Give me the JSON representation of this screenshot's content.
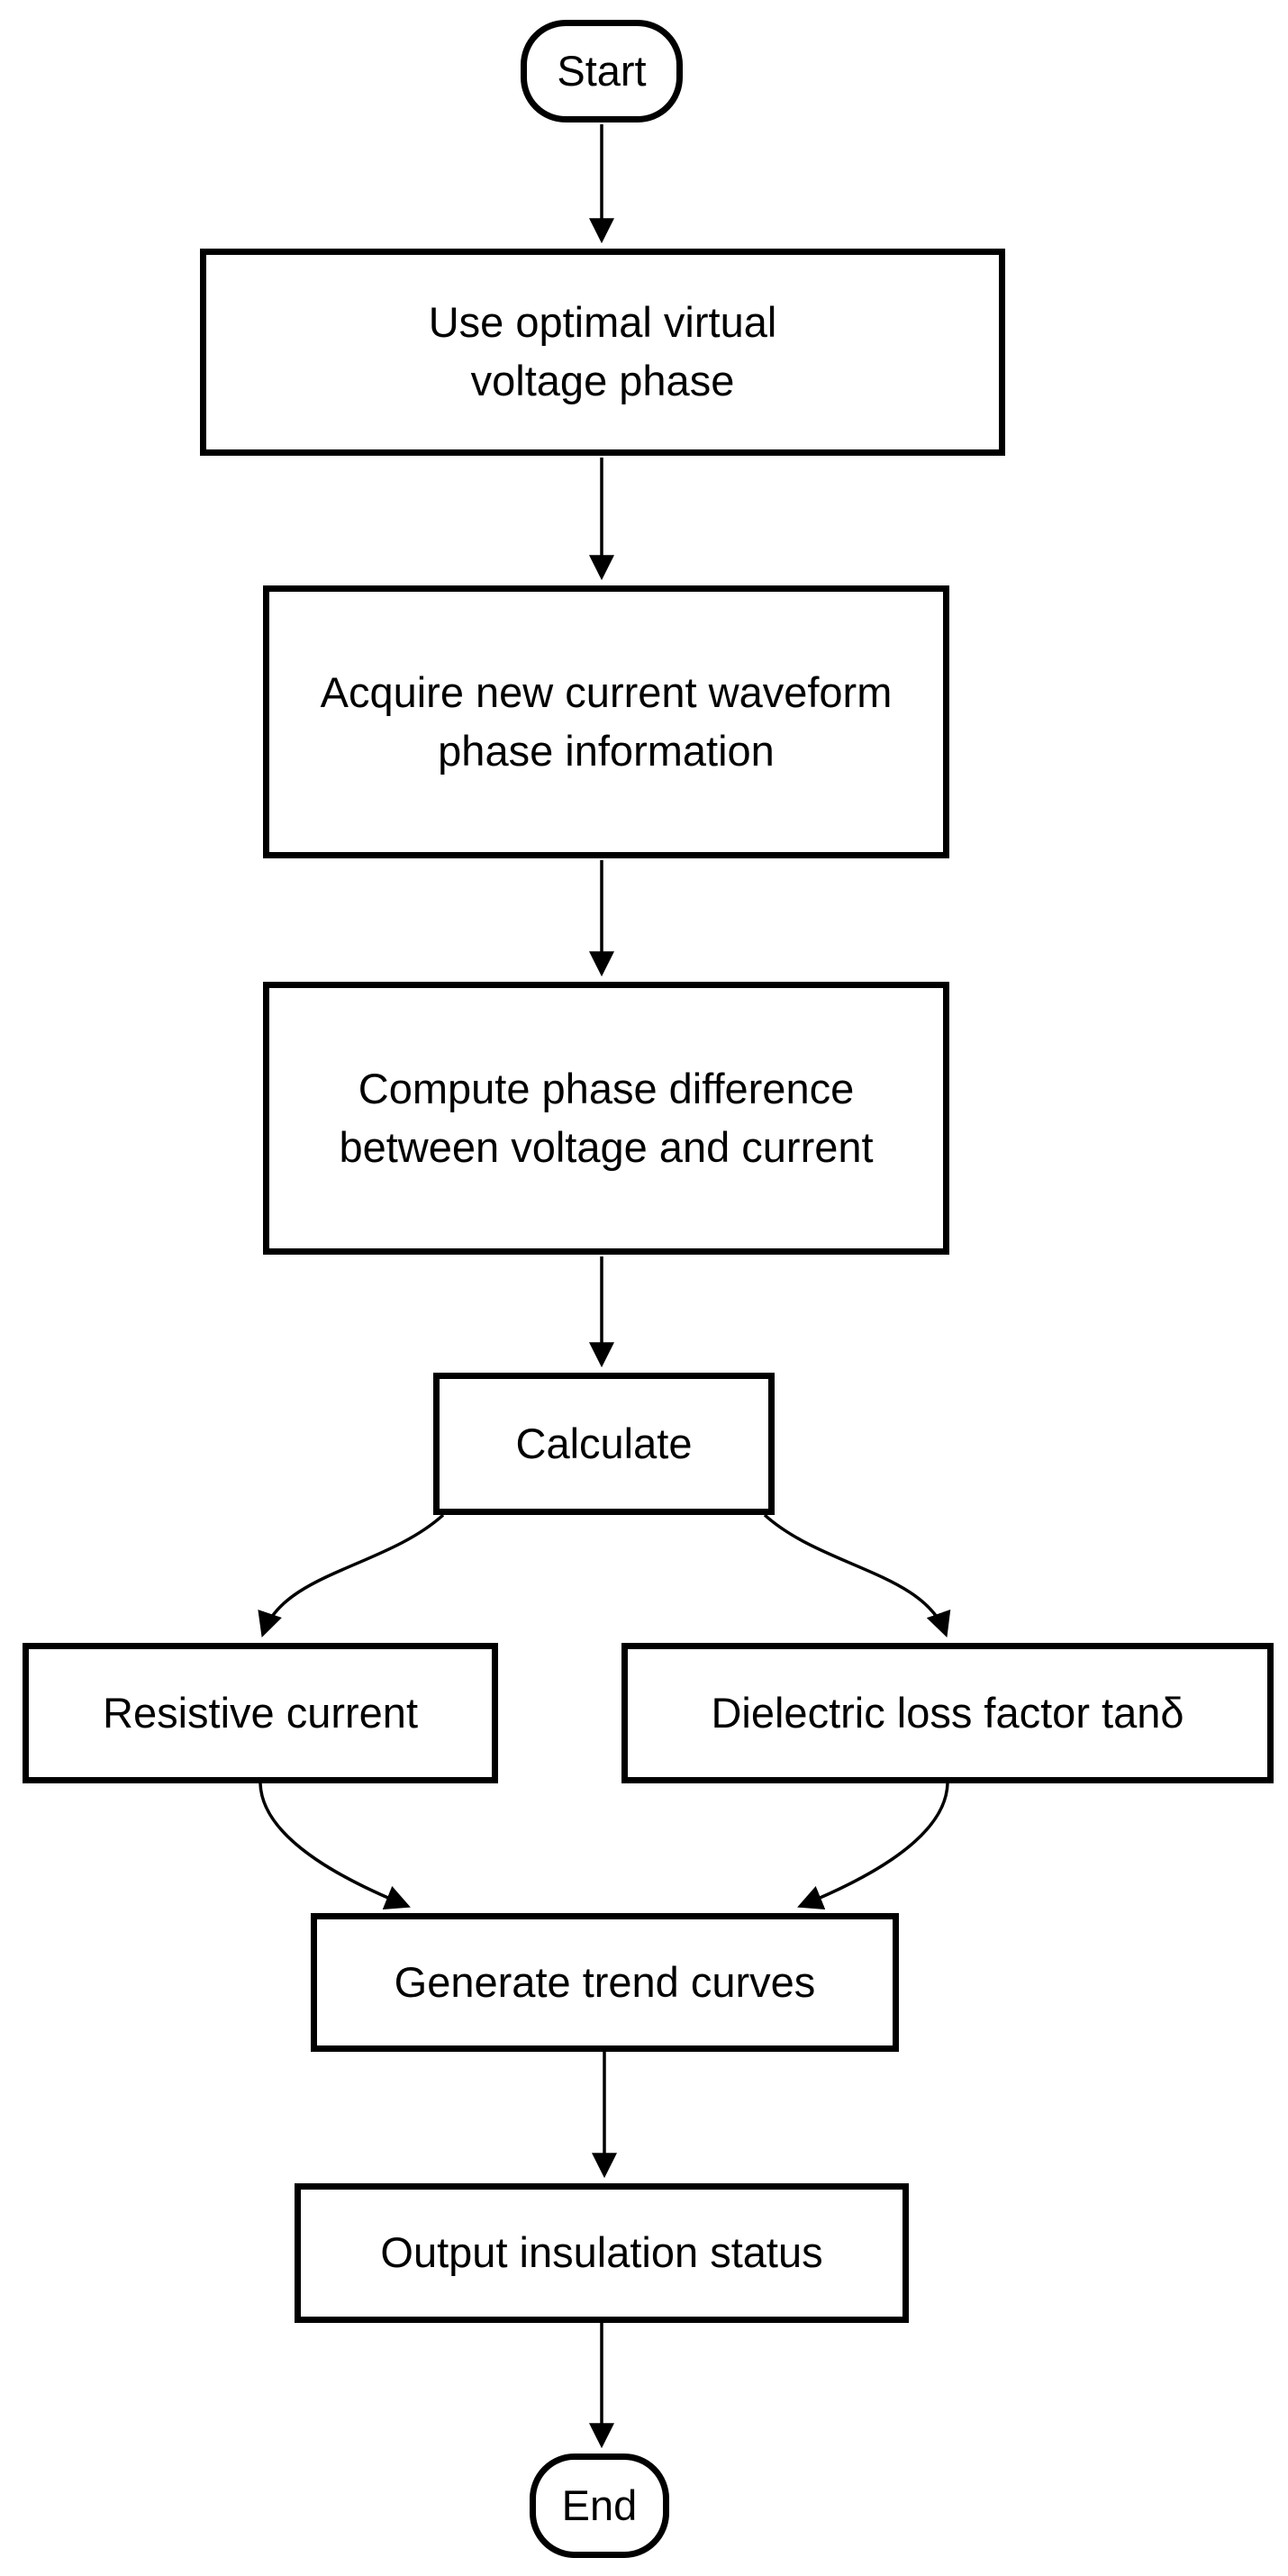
{
  "diagram": {
    "type": "flowchart",
    "colors": {
      "stroke": "#000000",
      "fill": "#ffffff",
      "text": "#000000"
    },
    "nodes": {
      "start": {
        "label": "Start",
        "shape": "terminal"
      },
      "use_voltage_phase": {
        "label": "Use optimal virtual\nvoltage phase",
        "shape": "process"
      },
      "acquire_phase_info": {
        "label": "Acquire new current waveform\nphase information",
        "shape": "process"
      },
      "compute_phase_difference": {
        "label": "Compute phase difference\nbetween voltage and current",
        "shape": "process"
      },
      "calculate": {
        "label": "Calculate",
        "shape": "process"
      },
      "resistive_current": {
        "label": "Resistive current",
        "shape": "process"
      },
      "dielectric_loss_factor": {
        "label": "Dielectric loss factor tanδ",
        "shape": "process"
      },
      "generate_trend_curves": {
        "label": "Generate trend curves",
        "shape": "process"
      },
      "output_insulation_status": {
        "label": "Output insulation status",
        "shape": "process"
      },
      "end": {
        "label": "End",
        "shape": "terminal"
      }
    },
    "edges": [
      {
        "from": "start",
        "to": "use_voltage_phase"
      },
      {
        "from": "use_voltage_phase",
        "to": "acquire_phase_info"
      },
      {
        "from": "acquire_phase_info",
        "to": "compute_phase_difference"
      },
      {
        "from": "compute_phase_difference",
        "to": "calculate"
      },
      {
        "from": "calculate",
        "to": "resistive_current"
      },
      {
        "from": "calculate",
        "to": "dielectric_loss_factor"
      },
      {
        "from": "resistive_current",
        "to": "generate_trend_curves"
      },
      {
        "from": "dielectric_loss_factor",
        "to": "generate_trend_curves"
      },
      {
        "from": "generate_trend_curves",
        "to": "output_insulation_status"
      },
      {
        "from": "output_insulation_status",
        "to": "end"
      }
    ]
  }
}
